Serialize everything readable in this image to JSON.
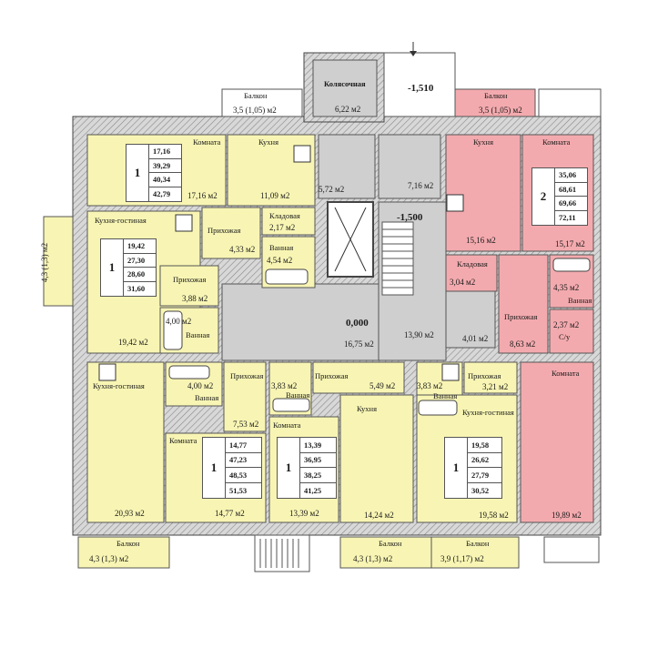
{
  "elevations": {
    "top_landing": "-1,510",
    "lower_landing": "-1,500",
    "ground": "0,000"
  },
  "rooms": {
    "stroller": "Колясочная",
    "stroller_area": "6,22 м2",
    "hall1": "5,72 м2",
    "hall2": "7,16 м2",
    "lobby": "16,75 м2",
    "hall3": "13,90 м2",
    "a1_room": "Комната",
    "a1_room_area": "17,16 м2",
    "a1_kitchen": "Кухня",
    "a1_kitchen_area": "11,09 м2",
    "a1_pantry": "Кладовая",
    "a1_pantry_area": "2,17 м2",
    "a1_hall": "Прихожая",
    "a1_hall_area": "4,33 м2",
    "a1_bath": "Ванная",
    "a1_bath_area": "4,54 м2",
    "a2_kitchen": "Кухня",
    "a2_kitchen_area": "15,16 м2",
    "a2_room": "Комната",
    "a2_room_area": "15,17 м2",
    "a2_pantry": "Кладовая",
    "a2_pantry_area": "3,04 м2",
    "a2_hall": "Прихожая",
    "a2_hall_area": "8,63 м2",
    "a2_bath": "Ванная",
    "a2_bath_area": "4,35 м2",
    "a2_wc": "С/у",
    "a2_wc_area": "2,37 м2",
    "a2_corner": "4,01 м2",
    "a3_kitchen": "Кухня-гостиная",
    "a3_kitchen_area": "19,42 м2",
    "a3_hall": "Прихожая",
    "a3_hall_area": "3,88 м2",
    "a3_bath": "Ванная",
    "a3_bath_area": "4,00 м2",
    "a4_kitchen": "Кухня-гостиная",
    "a4_kitchen_area": "20,93 м2",
    "a4_bath": "Ванная",
    "a4_bath_area": "4,00 м2",
    "a4_hall": "Прихожая",
    "a4_hall_area": "7,53 м2",
    "a4_room": "Комната",
    "a4_room_area": "14,77 м2",
    "a5_bath": "Ванная",
    "a5_bath_area": "3,83 м2",
    "a5_hall": "Прихожая",
    "a5_hall_area": "5,49 м2",
    "a5_room": "Комната",
    "a5_room_area": "13,39 м2",
    "a5_kitchen": "Кухня",
    "a5_kitchen_area": "14,24 м2",
    "a6_bath": "Ванная",
    "a6_bath_area": "3,83 м2",
    "a6_hall": "Прихожая",
    "a6_hall_area": "3,21 м2",
    "a6_kitchen": "Кухня-гостиная",
    "a6_kitchen_area": "19,58 м2",
    "a7_room": "Комната",
    "a7_room_area": "19,89 м2"
  },
  "balconies": {
    "top_left_label": "Балкон",
    "top_left_area": "3,5 (1,05) м2",
    "top_right_label": "Балкон",
    "top_right_area": "3,5 (1,05) м2",
    "left_area": "4,3 (1,3) м2",
    "b1_label": "Балкон",
    "b1_area": "4,3 (1,3) м2",
    "b2_label": "Балкон",
    "b2_area": "4,3 (1,3) м2",
    "b3_label": "Балкон",
    "b3_area": "3,9 (1,17) м2"
  },
  "apartments": [
    {
      "rooms": "1",
      "values": [
        "17,16",
        "39,29",
        "40,34",
        "42,79"
      ]
    },
    {
      "rooms": "2",
      "values": [
        "35,06",
        "68,61",
        "69,66",
        "72,11"
      ]
    },
    {
      "rooms": "1",
      "values": [
        "19,42",
        "27,30",
        "28,60",
        "31,60"
      ]
    },
    {
      "rooms": "1",
      "values": [
        "14,77",
        "47,23",
        "48,53",
        "51,53"
      ]
    },
    {
      "rooms": "1",
      "values": [
        "13,39",
        "36,95",
        "38,25",
        "41,25"
      ]
    },
    {
      "rooms": "1",
      "values": [
        "19,58",
        "26,62",
        "27,79",
        "30,52"
      ]
    }
  ],
  "colors": {
    "yellow": "#f8f5b4",
    "pink": "#f3aaae",
    "grey": "#cfcfcf",
    "wall": "#9a9a9a"
  }
}
